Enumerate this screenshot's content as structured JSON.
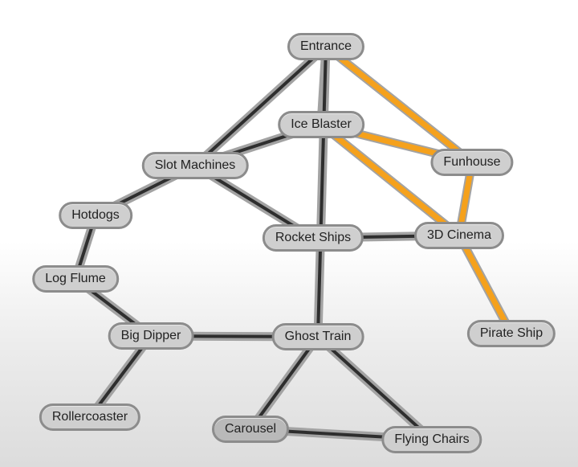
{
  "nodes": [
    {
      "id": "entrance",
      "label": "Entrance"
    },
    {
      "id": "ice-blaster",
      "label": "Ice Blaster"
    },
    {
      "id": "slot-machines",
      "label": "Slot Machines"
    },
    {
      "id": "funhouse",
      "label": "Funhouse"
    },
    {
      "id": "hotdogs",
      "label": "Hotdogs"
    },
    {
      "id": "rocket-ships",
      "label": "Rocket Ships"
    },
    {
      "id": "3d-cinema",
      "label": "3D Cinema"
    },
    {
      "id": "log-flume",
      "label": "Log Flume"
    },
    {
      "id": "big-dipper",
      "label": "Big Dipper"
    },
    {
      "id": "ghost-train",
      "label": "Ghost Train"
    },
    {
      "id": "pirate-ship",
      "label": "Pirate Ship"
    },
    {
      "id": "rollercoaster",
      "label": "Rollercoaster"
    },
    {
      "id": "carousel",
      "label": "Carousel"
    },
    {
      "id": "flying-chairs",
      "label": "Flying Chairs"
    }
  ],
  "edges": [
    {
      "from": "entrance",
      "to": "slot-machines",
      "highlighted": false
    },
    {
      "from": "entrance",
      "to": "ice-blaster",
      "highlighted": false
    },
    {
      "from": "entrance",
      "to": "ghost-train",
      "highlighted": false
    },
    {
      "from": "entrance",
      "to": "funhouse",
      "highlighted": true
    },
    {
      "from": "ice-blaster",
      "to": "slot-machines",
      "highlighted": false
    },
    {
      "from": "ice-blaster",
      "to": "funhouse",
      "highlighted": true
    },
    {
      "from": "ice-blaster",
      "to": "3d-cinema",
      "highlighted": true
    },
    {
      "from": "funhouse",
      "to": "3d-cinema",
      "highlighted": true
    },
    {
      "from": "3d-cinema",
      "to": "pirate-ship",
      "highlighted": true
    },
    {
      "from": "slot-machines",
      "to": "hotdogs",
      "highlighted": false
    },
    {
      "from": "slot-machines",
      "to": "rocket-ships",
      "highlighted": false
    },
    {
      "from": "rocket-ships",
      "to": "3d-cinema",
      "highlighted": false
    },
    {
      "from": "hotdogs",
      "to": "log-flume",
      "highlighted": false
    },
    {
      "from": "log-flume",
      "to": "big-dipper",
      "highlighted": false
    },
    {
      "from": "big-dipper",
      "to": "ghost-train",
      "highlighted": false
    },
    {
      "from": "big-dipper",
      "to": "rollercoaster",
      "highlighted": false
    },
    {
      "from": "ghost-train",
      "to": "carousel",
      "highlighted": false
    },
    {
      "from": "ghost-train",
      "to": "flying-chairs",
      "highlighted": false
    },
    {
      "from": "carousel",
      "to": "flying-chairs",
      "highlighted": false
    }
  ],
  "colors": {
    "edge_outer": "#a3a3a3",
    "edge_inner": "#2e2e2e",
    "highlight": "#f5a11c",
    "node_fill": "#cfcfcf",
    "node_border": "#8c8c8c"
  }
}
